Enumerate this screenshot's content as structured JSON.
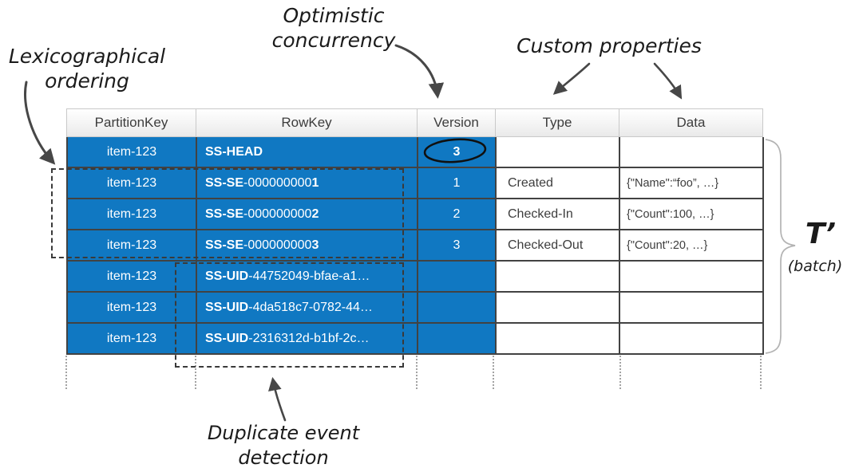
{
  "annotations": {
    "lexicographical": {
      "line1": "Lexicographical",
      "line2": "ordering"
    },
    "optimistic": {
      "line1": "Optimistic",
      "line2": "concurrency"
    },
    "custom_properties": "Custom properties",
    "duplicate_event": "Duplicate event detection",
    "batch": {
      "label": "T’",
      "sub": "(batch)"
    }
  },
  "table": {
    "columns": [
      "PartitionKey",
      "RowKey",
      "Version",
      "Type",
      "Data"
    ],
    "rows": [
      {
        "partition_key": "item-123",
        "rowkey_prefix": "SS-HEAD",
        "rowkey_mid": "",
        "rowkey_suffix": "",
        "version": "3",
        "type": "",
        "data": ""
      },
      {
        "partition_key": "item-123",
        "rowkey_prefix": "SS-SE",
        "rowkey_mid": "-000000000",
        "rowkey_suffix": "1",
        "version": "1",
        "type": "Created",
        "data": "{\"Name\":“foo”, …}"
      },
      {
        "partition_key": "item-123",
        "rowkey_prefix": "SS-SE",
        "rowkey_mid": "-000000000",
        "rowkey_suffix": "2",
        "version": "2",
        "type": "Checked-In",
        "data": "{\"Count\":100, …}"
      },
      {
        "partition_key": "item-123",
        "rowkey_prefix": "SS-SE",
        "rowkey_mid": "-000000000",
        "rowkey_suffix": "3",
        "version": "3",
        "type": "Checked-Out",
        "data": "{\"Count\":20, …}"
      },
      {
        "partition_key": "item-123",
        "rowkey_prefix": "SS-UID",
        "rowkey_mid": "-44752049-bfae-a1…",
        "rowkey_suffix": "",
        "version": "",
        "type": "",
        "data": ""
      },
      {
        "partition_key": "item-123",
        "rowkey_prefix": "SS-UID",
        "rowkey_mid": "-4da518c7-0782-44…",
        "rowkey_suffix": "",
        "version": "",
        "type": "",
        "data": ""
      },
      {
        "partition_key": "item-123",
        "rowkey_prefix": "SS-UID",
        "rowkey_mid": "-2316312d-b1bf-2c…",
        "rowkey_suffix": "",
        "version": "",
        "type": "",
        "data": ""
      }
    ]
  },
  "colors": {
    "accent_blue": "#1078c2",
    "grid_dark": "#424242",
    "annotation_ink": "#1b1b1b",
    "brace_gray": "#b3b3b3"
  }
}
